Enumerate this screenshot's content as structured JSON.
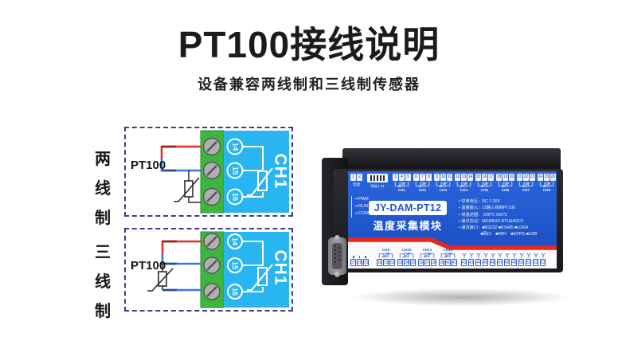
{
  "title": "PT100接线说明",
  "subtitle": "设备兼容两线制和三线制传感器",
  "diagram_two_wire": {
    "side_label": [
      "两",
      "线",
      "制"
    ],
    "sensor": "PT100",
    "terminals": {
      "t14": "14",
      "t15": "15",
      "t16": "16"
    },
    "channel": "CH1"
  },
  "diagram_three_wire": {
    "side_label": [
      "三",
      "线",
      "制"
    ],
    "sensor": "PT100",
    "terminals": {
      "t14": "14",
      "t15": "15",
      "t16": "16"
    },
    "channel": "CH1"
  },
  "device": {
    "model": "JY-DAM-PT12",
    "name": "温度采集模块",
    "power": {
      "terminals": [
        "1",
        "2"
      ],
      "label": "电源"
    },
    "dip": {
      "label": "地址1-31"
    },
    "leds": [
      "PWR",
      "RUN",
      "COM"
    ],
    "top_channels": [
      {
        "label": "CH1",
        "t1": "3",
        "t2": "4",
        "t3": "5"
      },
      {
        "label": "CH2",
        "t1": "6",
        "t2": "7",
        "t3": "8"
      },
      {
        "label": "CH3",
        "t1": "9",
        "t2": "10",
        "t3": "11"
      },
      {
        "label": "CH4",
        "t1": "12",
        "t2": "13",
        "t3": "14"
      },
      {
        "label": "CH5",
        "t1": "15",
        "t2": "16",
        "t3": "17"
      },
      {
        "label": "CH6",
        "t1": "18",
        "t2": "19",
        "t3": "20"
      },
      {
        "label": "CH7",
        "t1": "21",
        "t2": "22",
        "t3": "23"
      },
      {
        "label": "CH8",
        "t1": "24",
        "t2": "25",
        "t3": "26"
      }
    ],
    "specs": [
      "▪ 供电电压：DC 7-30V",
      "▪ 温度输入：12路三线制PT100",
      "▪ 测温范围：-200℃-650℃",
      "▪ 通讯协议：MODBUS RTU&ASCII",
      "▪ 通讯接口：■RS232 ■RS485 ■LORA",
      "　　　　　 ■网口　■WIFI　■GPRS ■USB"
    ],
    "bottom_io": {
      "terminals": [
        "27",
        "28",
        "29"
      ]
    },
    "bottom_channels": [
      {
        "label": "CH9",
        "t1": "30",
        "t2": "31",
        "t3": "32"
      },
      {
        "label": "CH10",
        "t1": "33",
        "t2": "34",
        "t3": "35"
      },
      {
        "label": "CH11",
        "t1": "36",
        "t2": "37",
        "t3": "38"
      },
      {
        "label": "CH12",
        "t1": "39",
        "t2": "40",
        "t3": "41"
      }
    ],
    "aux_terminals": [
      "42",
      "43",
      "44",
      "45",
      "46",
      "47",
      "48",
      "49",
      "50",
      "51",
      "52",
      "53"
    ]
  },
  "colors": {
    "panel_blue": "#2059cc",
    "channel_cyan": "#29b5ef",
    "terminal_green": "#3eb53e",
    "stripe_red": "#e8281e",
    "wire_red": "#e03025",
    "wire_blue": "#3f74e8"
  }
}
